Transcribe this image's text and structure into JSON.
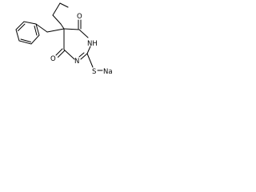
{
  "atoms": {
    "oxygen_top": "O",
    "oxygen_bottom": "O",
    "nitrogen_nh": "NH",
    "nitrogen_ring": "N",
    "sulfur": "S",
    "sodium": "Na"
  },
  "colors": {
    "background": "#ffffff",
    "ink": "#000000"
  }
}
